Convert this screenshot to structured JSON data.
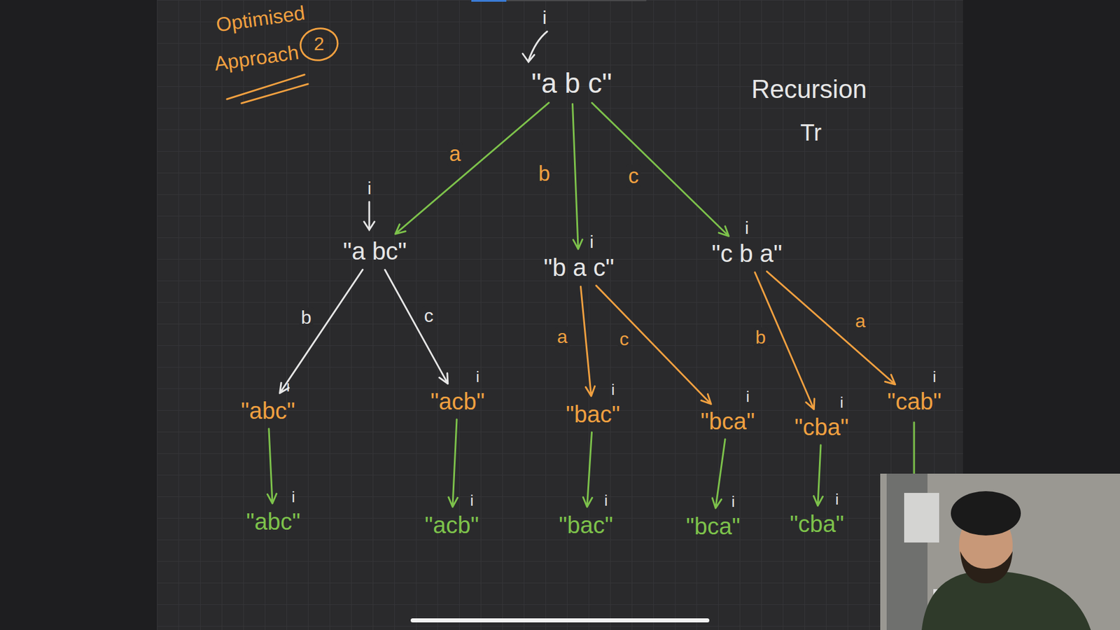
{
  "diagram": {
    "nodes": [
      {
        "text": [
          "\"a b c\""
        ]
      },
      {
        "text": [
          "\"a bc\""
        ]
      },
      {
        "text": [
          "\"b a c\""
        ]
      },
      {
        "text": [
          "\"c b a\""
        ]
      },
      {
        "text": [
          "\"abc\""
        ]
      },
      {
        "text": [
          "\"acb\""
        ]
      },
      {
        "text": [
          "\"bac\""
        ]
      },
      {
        "text": [
          "\"bca\""
        ]
      },
      {
        "text": [
          "\"cba\""
        ]
      },
      {
        "text": [
          "\"cab\""
        ]
      },
      {
        "text": [
          "\"abc\""
        ]
      },
      {
        "text": [
          "\"acb\""
        ]
      },
      {
        "text": [
          "\"bac\""
        ]
      },
      {
        "text": [
          "\"bca\""
        ]
      },
      {
        "text": [
          "\"cba\""
        ]
      }
    ],
    "edges": [
      {
        "from": 0,
        "to": 1,
        "arrow": "to",
        "label": "a"
      },
      {
        "from": 0,
        "to": 2,
        "arrow": "to",
        "label": "b"
      },
      {
        "from": 0,
        "to": 3,
        "arrow": "to",
        "label": "c"
      },
      {
        "from": 1,
        "to": 4,
        "arrow": "to",
        "label": "b"
      },
      {
        "from": 1,
        "to": 5,
        "arrow": "to",
        "label": "c"
      },
      {
        "from": 2,
        "to": 6,
        "arrow": "to",
        "label": "a"
      },
      {
        "from": 2,
        "to": 7,
        "arrow": "to",
        "label": "c"
      },
      {
        "from": 3,
        "to": 8,
        "arrow": "to",
        "label": "b"
      },
      {
        "from": 3,
        "to": 9,
        "arrow": "to",
        "label": "a"
      },
      {
        "from": 4,
        "to": 10,
        "arrow": "to"
      },
      {
        "from": 5,
        "to": 11,
        "arrow": "to"
      },
      {
        "from": 6,
        "to": 12,
        "arrow": "to"
      },
      {
        "from": 7,
        "to": 13,
        "arrow": "to"
      },
      {
        "from": 8,
        "to": 14,
        "arrow": "to"
      }
    ],
    "labels": [
      "Optimised",
      "Approach",
      "2",
      "Recursion",
      "Tr",
      "i",
      "i",
      "i",
      "i",
      "i",
      "i",
      "i",
      "i",
      "i",
      "i",
      "i",
      "i",
      "i",
      "i",
      "i"
    ]
  }
}
